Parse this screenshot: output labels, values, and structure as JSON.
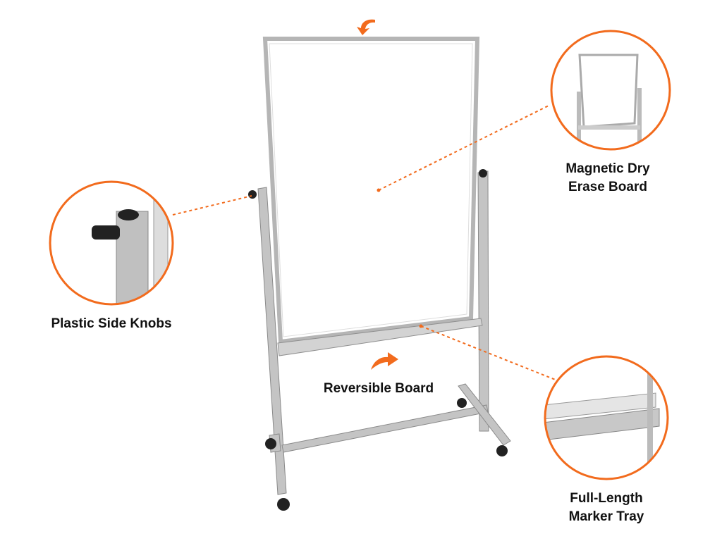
{
  "labels": {
    "board": [
      "Magnetic Dry",
      "Erase Board"
    ],
    "knobs": "Plastic Side Knobs",
    "reversible": "Reversible Board",
    "tray": [
      "Full-Length",
      "Marker Tray"
    ]
  },
  "colors": {
    "accent": "#f26b1d",
    "frame": "#b9b9b9",
    "text": "#111111"
  }
}
